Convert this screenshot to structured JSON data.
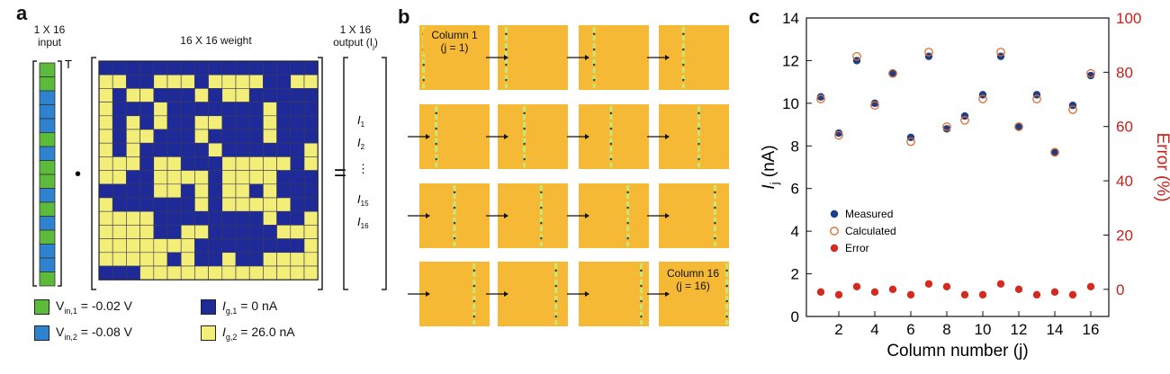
{
  "panel_a": {
    "letter": "a",
    "input_label": "1 X 16\ninput",
    "weight_label": "16 X 16 weight",
    "output_label": "1 X 16\noutput (I",
    "output_label_sub": "j",
    "output_label_end": ")",
    "transpose_mark": "T",
    "dot": "•",
    "equals": "=",
    "output_items": [
      {
        "base": "I",
        "sub": "1"
      },
      {
        "base": "I",
        "sub": "2"
      },
      {
        "base": "⋮",
        "sub": ""
      },
      {
        "base": "I",
        "sub": "15"
      },
      {
        "base": "I",
        "sub": "16"
      }
    ],
    "input_vector": [
      1,
      1,
      2,
      2,
      2,
      1,
      2,
      1,
      1,
      2,
      1,
      2,
      1,
      2,
      2,
      1
    ],
    "weight_matrix": [
      "0000000000000000",
      "1100111011110011",
      "1011000101100000",
      "1000100000001000",
      "1010100110001000",
      "1011000100001000",
      "1010000010000001",
      "1110110001111101",
      "1100111101111000",
      "0000110101101000",
      "1000000101111100",
      "1111000000001001",
      "1111001100000111",
      "1111111000000001",
      "1111101001001111",
      "0001111111111111"
    ],
    "legend": [
      {
        "text_pre": "V",
        "sub": "in,1",
        "text_post": " = -0.02 V",
        "color": "#5dbb3c"
      },
      {
        "text_pre": "I",
        "sub": "g,1",
        "text_post": " = 0 nA",
        "color": "#1f2a99"
      },
      {
        "text_pre": "V",
        "sub": "in,2",
        "text_post": " = -0.08 V",
        "color": "#2e83d0"
      },
      {
        "text_pre": "I",
        "sub": "g,2",
        "text_post": " = 26.0 nA",
        "color": "#f2ee78"
      }
    ],
    "colors": {
      "input_1": "#5dbb3c",
      "input_2": "#2e83d0",
      "weight_0": "#1f2a99",
      "weight_1": "#f2ee78"
    }
  },
  "panel_b": {
    "letter": "b",
    "first_label": "Column 1\n(j = 1)",
    "last_label": "Column 16\n(j = 16)",
    "column_positions": [
      0.06,
      0.12,
      0.22,
      0.35,
      0.24,
      0.38,
      0.46,
      0.57,
      0.5,
      0.62,
      0.7,
      0.8,
      0.78,
      0.83,
      0.89,
      0.97
    ],
    "colors": {
      "background": "#f5b935",
      "trace": "#c6e87a"
    }
  },
  "chart_data": {
    "type": "scatter",
    "letter": "c",
    "xlabel": "Column number (j)",
    "ylabel_base": "I",
    "ylabel_sub": "j",
    "ylabel_unit": " (nA)",
    "y2label": "Error (%)",
    "xlim": [
      0.2,
      17
    ],
    "xticks": [
      2,
      4,
      6,
      8,
      10,
      12,
      14,
      16
    ],
    "ylim": [
      0,
      14
    ],
    "yticks": [
      0,
      2,
      4,
      6,
      8,
      10,
      12,
      14
    ],
    "y2lim": [
      -10,
      100
    ],
    "y2ticks": [
      0,
      20,
      40,
      60,
      80,
      100
    ],
    "x": [
      1,
      2,
      3,
      4,
      5,
      6,
      7,
      8,
      9,
      10,
      11,
      12,
      13,
      14,
      15,
      16
    ],
    "series": [
      {
        "name": "Measured",
        "axis": "left",
        "marker": "filled",
        "color": "#1c3f8a",
        "values": [
          10.3,
          8.6,
          12.0,
          10.0,
          11.4,
          8.4,
          12.2,
          8.8,
          9.4,
          10.4,
          12.2,
          8.9,
          10.4,
          7.7,
          9.9,
          11.3
        ]
      },
      {
        "name": "Calculated",
        "axis": "left",
        "marker": "open",
        "color": "#e06a2c",
        "values": [
          10.2,
          8.5,
          12.2,
          9.9,
          11.4,
          8.2,
          12.4,
          8.9,
          9.2,
          10.2,
          12.4,
          8.9,
          10.2,
          7.7,
          9.7,
          11.4
        ]
      },
      {
        "name": "Error",
        "axis": "right",
        "marker": "filled",
        "color": "#d42a20",
        "values": [
          -1,
          -2,
          1,
          -1,
          0,
          -2,
          2,
          1,
          -2,
          -2,
          2,
          0,
          -2,
          -1,
          -2,
          1
        ]
      }
    ],
    "legend_position": "center-left",
    "colors": {
      "y2_axis": "#c8201a"
    }
  }
}
